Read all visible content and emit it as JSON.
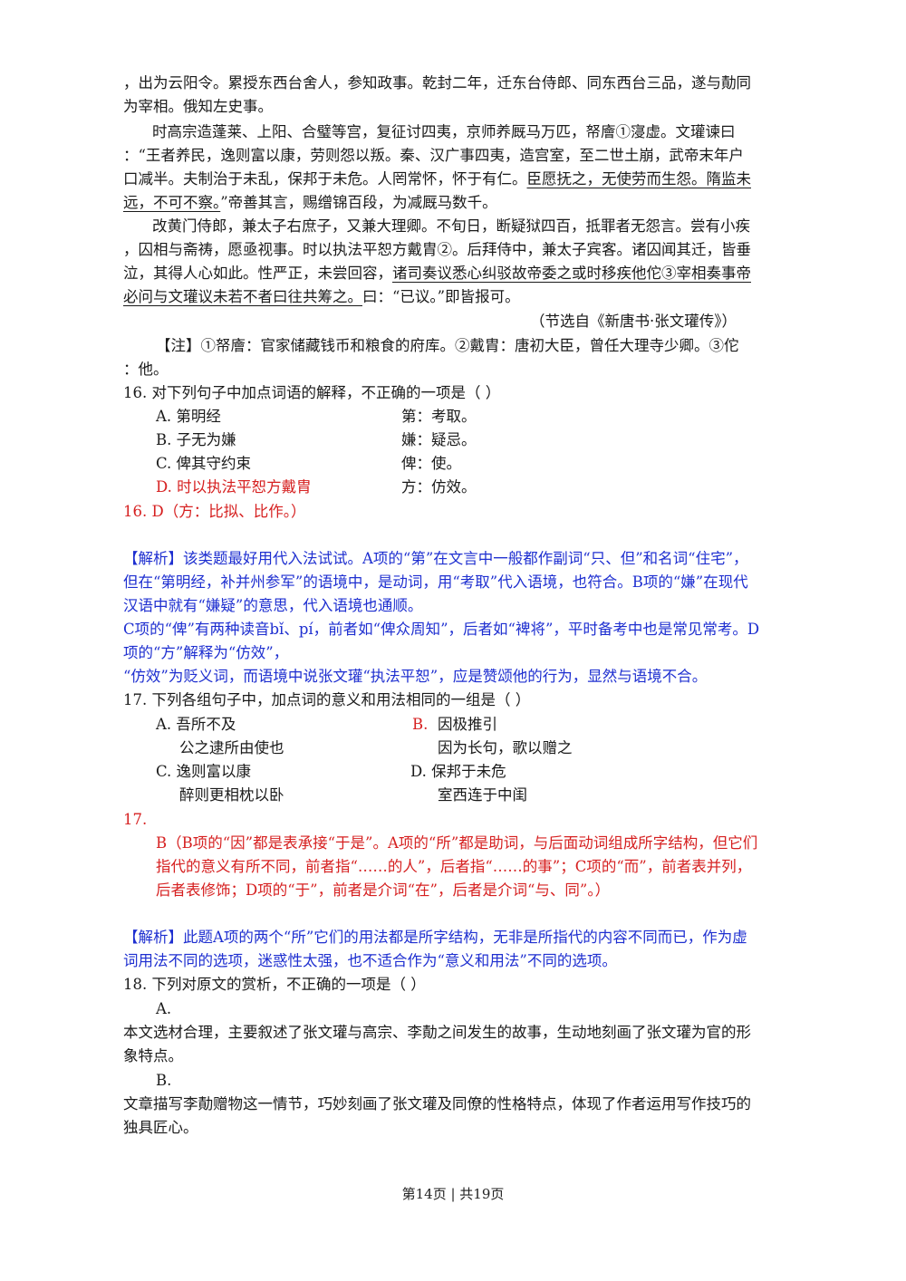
{
  "passage": {
    "p0_l1": "，出为云阳令。累授东西台舍人，参知政事。乾封二年，迁东台侍郎、同东西台三品，遂与勣同",
    "p0_l2": "为宰相。俄知左史事。",
    "p1_l1": "时高宗造蓬莱、上阳、合璧等宫，复征讨四夷，京师养厩马万匹，帑廥①寖虚。文瓘谏曰",
    "p1_l2": "：“王者养民，逸则富以康，劳则怨以叛。秦、汉广事四夷，造宫室，至二世土崩，武帝末年户",
    "p1_l3": "口减半。夫制治于未乱，保邦于未危。人罔常怀，怀于有仁。",
    "p1_l3_u": "臣愿抚之，无使劳而生怨。隋监未",
    "p1_l4_u": "远，不可不察。",
    "p1_l4": "”帝善其言，赐缯锦百段，为减厩马数千。",
    "p2_l1": "改黄门侍郎，兼太子右庶子，又兼大理卿。不旬日，断疑狱四百，抵罪者无怨言。尝有小疾",
    "p2_l2": "，囚相与斋祷，愿亟视事。时以执法平恕方戴胄②。后拜侍中，兼太子宾客。诸囚闻其迁，皆垂",
    "p2_l3": "泣，其得人心如此。性严正，未尝回容，",
    "p2_l3_u": "诸司奏议悉心纠驳故帝委之或时移疾他佗③宰相奏事帝",
    "p2_l4_u": "必问与文瓘议未若不者曰往共筹之。",
    "p2_l4": "曰：“已议。”即皆报可。",
    "source": "（节选自《新唐书·张文瓘传》）",
    "note_l1": "【注】①帑廥：官家储藏钱币和粮食的府库。②戴胄：唐初大臣，曾任大理寺少卿。③佗",
    "note_l2": "：他。"
  },
  "q16": {
    "stem": "16.  对下列句子中加点词语的解释，不正确的一项是（          ）",
    "options": [
      {
        "text": "A.  第明经",
        "gloss": "第：考取。"
      },
      {
        "text": "B.  子无为嫌",
        "gloss": "嫌：疑忌。"
      },
      {
        "text": "C.  俾其守约束",
        "gloss": "俾：使。"
      },
      {
        "text": "D.  时以执法平恕方戴胄",
        "gloss": "方：仿效。"
      }
    ],
    "answer": "16.  D（方：比拟、比作。）",
    "analysis_l1": "【解析】该类题最好用代入法试试。A项的“第”在文言中一般都作副词“只、但”和名词“住宅”，",
    "analysis_l2": "但在“第明经，补并州参军”的语境中，是动词，用“考取”代入语境，也符合。B项的“嫌”在现代",
    "analysis_l3": "汉语中就有“嫌疑”的意思，代入语境也通顺。",
    "analysis_l4": "C项的“俾”有两种读音bǐ、pí，前者如“俾众周知”，后者如“裨将”，平时备考中也是常见常考。D",
    "analysis_l5": "项的“方”解释为“仿效”，",
    "analysis_l6": "“仿效”为贬义词，而语境中说张文瓘“执法平恕”，应是赞颂他的行为，显然与语境不合。"
  },
  "q17": {
    "stem": "17.  下列各组句子中，加点词的意义和用法相同的一组是（          ）",
    "A1": "A.  吾所不及",
    "A2": "公之逮所由使也",
    "B1": "B.",
    "B1t": "因极推引",
    "B2": "因为长句，歌以赠之",
    "C1": "C.  逸则富以康",
    "C2": "醉则更相枕以卧",
    "D1": "D.  保邦于未危",
    "D2": "室西连于中闺",
    "answer_num": "17.",
    "answer_l1": "B（B项的“因”都是表承接“于是”。A项的“所”都是助词，与后面动词组成所字结构，但它们",
    "answer_l2": "指代的意义有所不同，前者指“……的人”，后者指“……的事”；C项的“而”，前者表并列，",
    "answer_l3": "后者表修饰；D项的“于”，前者是介词“在”，后者是介词“与、同”。）",
    "analysis_l1": "【解析】此题A项的两个“所”它们的用法都是所字结构，无非是所指代的内容不同而已，作为虚",
    "analysis_l2": "词用法不同的选项，迷惑性太强，也不适合作为“意义和用法”不同的选项。"
  },
  "q18": {
    "stem": "18.  下列对原文的赏析，不正确的一项是（          ）",
    "A": "A.",
    "A_l1": "本文选材合理，主要叙述了张文瓘与高宗、李勣之间发生的故事，生动地刻画了张文瓘为官的形",
    "A_l2": "象特点。",
    "B": "B.",
    "B_l1": "文章描写李勣赠物这一情节，巧妙刻画了张文瓘及同僚的性格特点，体现了作者运用写作技巧的",
    "B_l2": "独具匠心。"
  },
  "footer": "第14页 | 共19页"
}
